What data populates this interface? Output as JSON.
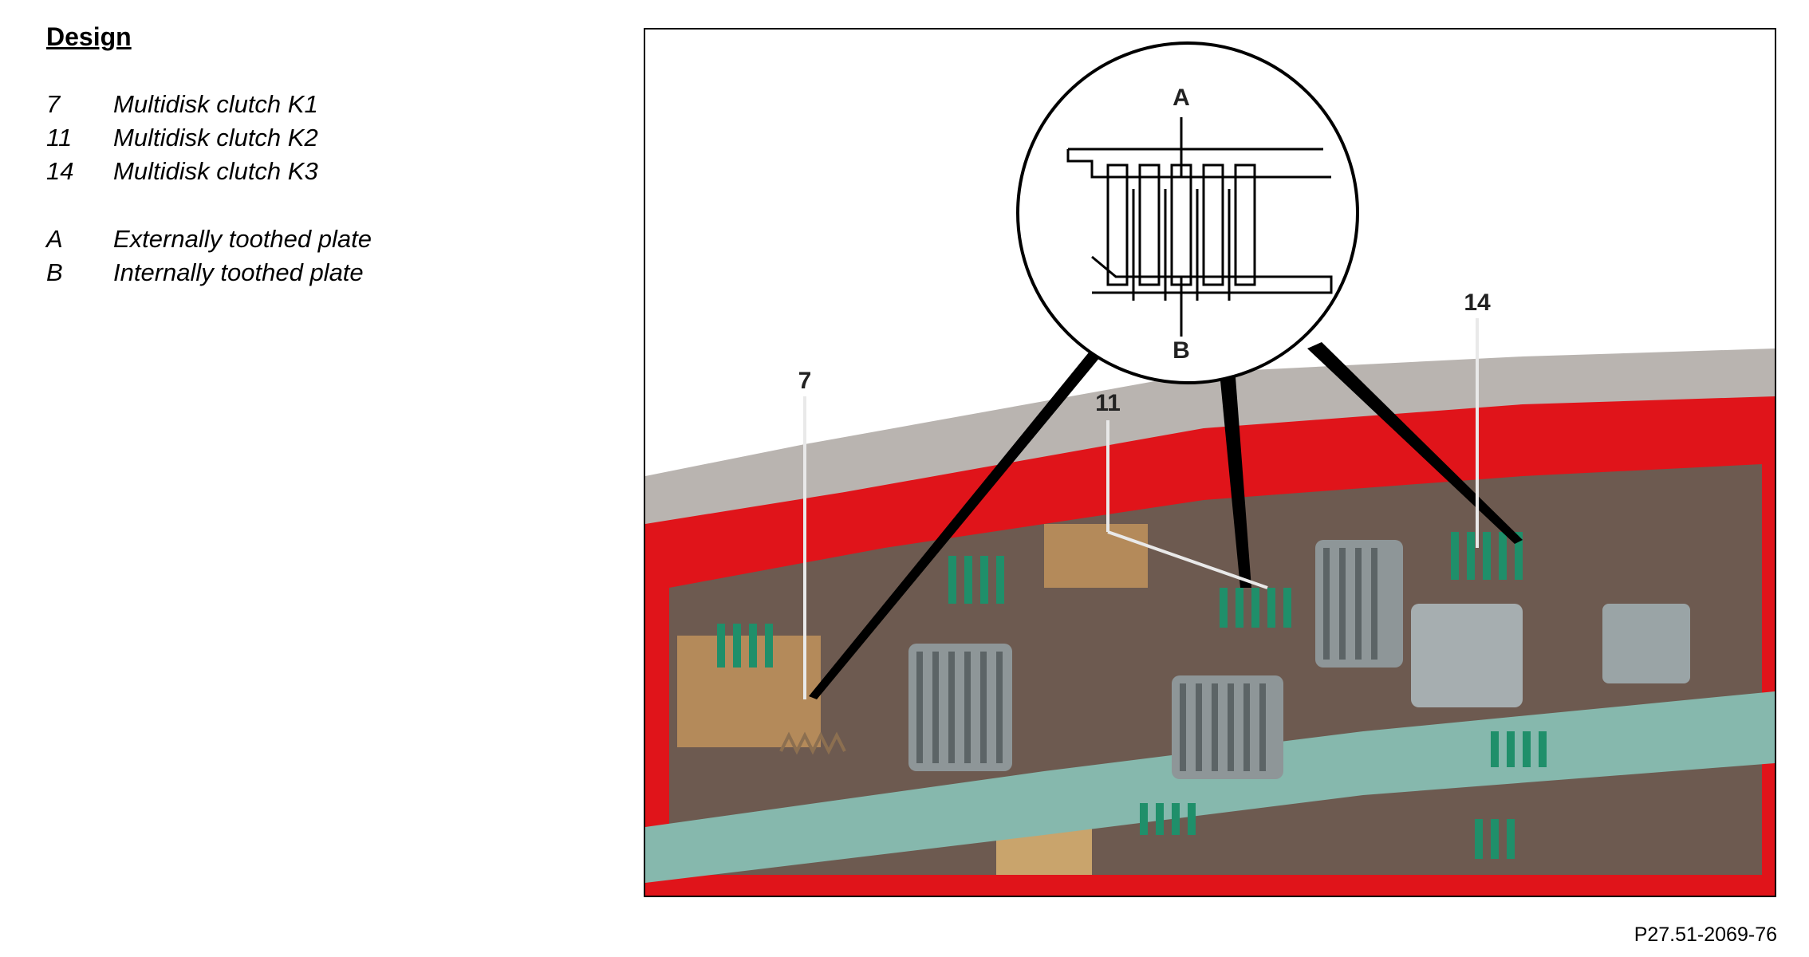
{
  "heading": "Design",
  "legend": {
    "numbered": [
      {
        "key": "7",
        "text": "Multidisk clutch K1"
      },
      {
        "key": "11",
        "text": "Multidisk clutch K2"
      },
      {
        "key": "14",
        "text": "Multidisk clutch K3"
      }
    ],
    "lettered": [
      {
        "key": "A",
        "text": "Externally toothed plate"
      },
      {
        "key": "B",
        "text": "Internally toothed plate"
      }
    ]
  },
  "figure": {
    "callouts": {
      "c7": "7",
      "c11": "11",
      "c14": "14",
      "cA": "A",
      "cB": "B"
    },
    "colors": {
      "housing_red": "#e0141a",
      "housing_grey": "#b9b4b0",
      "shaft_teal": "#86b8ad",
      "gear_grey": "#8e9698",
      "plate_green": "#1f8f6a",
      "piston_tan": "#b48a5a"
    }
  },
  "reference": "P27.51-2069-76"
}
